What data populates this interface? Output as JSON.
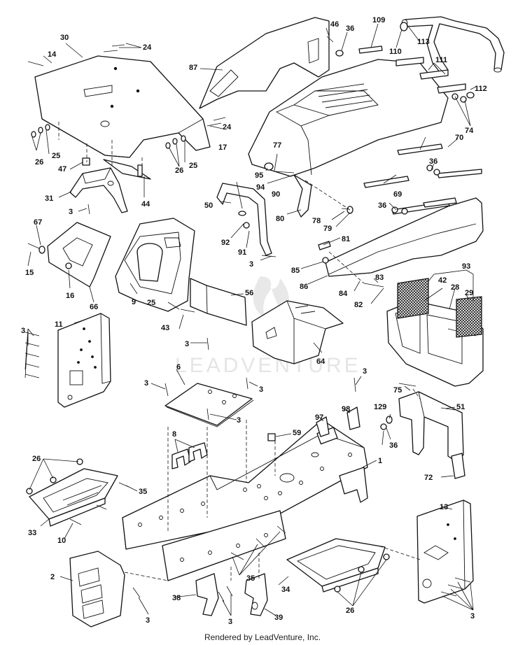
{
  "watermark": "LEADVENTURE",
  "footer": "Rendered by LeadVenture, Inc.",
  "labels": {
    "p1": "1",
    "p2": "2",
    "p3a": "3",
    "p3b": "3",
    "p3c": "3",
    "p3d": "3",
    "p3e": "3",
    "p3f": "3",
    "p3g": "3",
    "p3h": "3",
    "p3i": "3",
    "p3j": "3",
    "p3k": "3",
    "p6": "6",
    "p8": "8",
    "p9": "9",
    "p10": "10",
    "p11": "11",
    "p13": "13",
    "p14": "14",
    "p15": "15",
    "p16": "16",
    "p17": "17",
    "p24a": "24",
    "p24b": "24",
    "p25a": "25",
    "p25b": "25",
    "p25c": "25",
    "p26a": "26",
    "p26b": "26",
    "p26c": "26",
    "p26d": "26",
    "p28": "28",
    "p29": "29",
    "p30": "30",
    "p31": "31",
    "p33": "33",
    "p34": "34",
    "p35a": "35",
    "p35b": "35",
    "p36a": "36",
    "p36b": "36",
    "p36c": "36",
    "p36d": "36",
    "p38": "38",
    "p39": "39",
    "p42": "42",
    "p43": "43",
    "p44": "44",
    "p46": "46",
    "p47": "47",
    "p50": "50",
    "p51": "51",
    "p56": "56",
    "p59": "59",
    "p64": "64",
    "p66": "66",
    "p67": "67",
    "p69": "69",
    "p70": "70",
    "p72": "72",
    "p74": "74",
    "p75": "75",
    "p77": "77",
    "p78": "78",
    "p79": "79",
    "p80": "80",
    "p81": "81",
    "p82": "82",
    "p83": "83",
    "p84": "84",
    "p85": "85",
    "p86": "86",
    "p87": "87",
    "p90": "90",
    "p91": "91",
    "p92": "92",
    "p93": "93",
    "p94": "94",
    "p95": "95",
    "p97": "97",
    "p98": "98",
    "p109": "109",
    "p110": "110",
    "p111": "111",
    "p112": "112",
    "p113": "113",
    "p129": "129"
  }
}
